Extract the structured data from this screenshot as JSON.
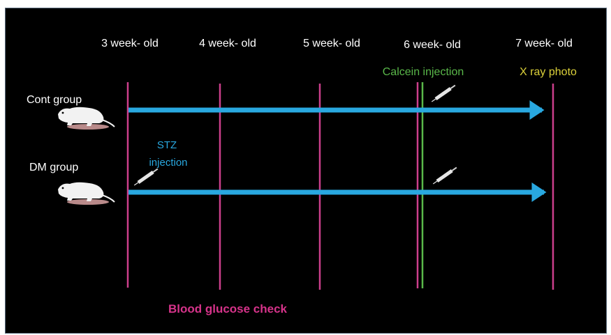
{
  "timeline": {
    "weeks": [
      "3 week- old",
      "4 week- old",
      "5 week- old",
      "6 week- old",
      "7 week- old"
    ],
    "groups": [
      {
        "label": "Cont group"
      },
      {
        "label": "DM group"
      }
    ],
    "stz_injection": {
      "line1": "STZ",
      "line2": "injection"
    },
    "calcein_injection": "Calcein injection",
    "xray_photo": "X ray photo",
    "blood_glucose_check": "Blood glucose check"
  },
  "colors": {
    "background": "#000000",
    "week_line": "#cc3f8c",
    "arrow": "#29a8e0",
    "calcein": "#5ab84a",
    "xray": "#dcd13a",
    "blood_glucose": "#d6338a",
    "text": "#ffffff"
  }
}
